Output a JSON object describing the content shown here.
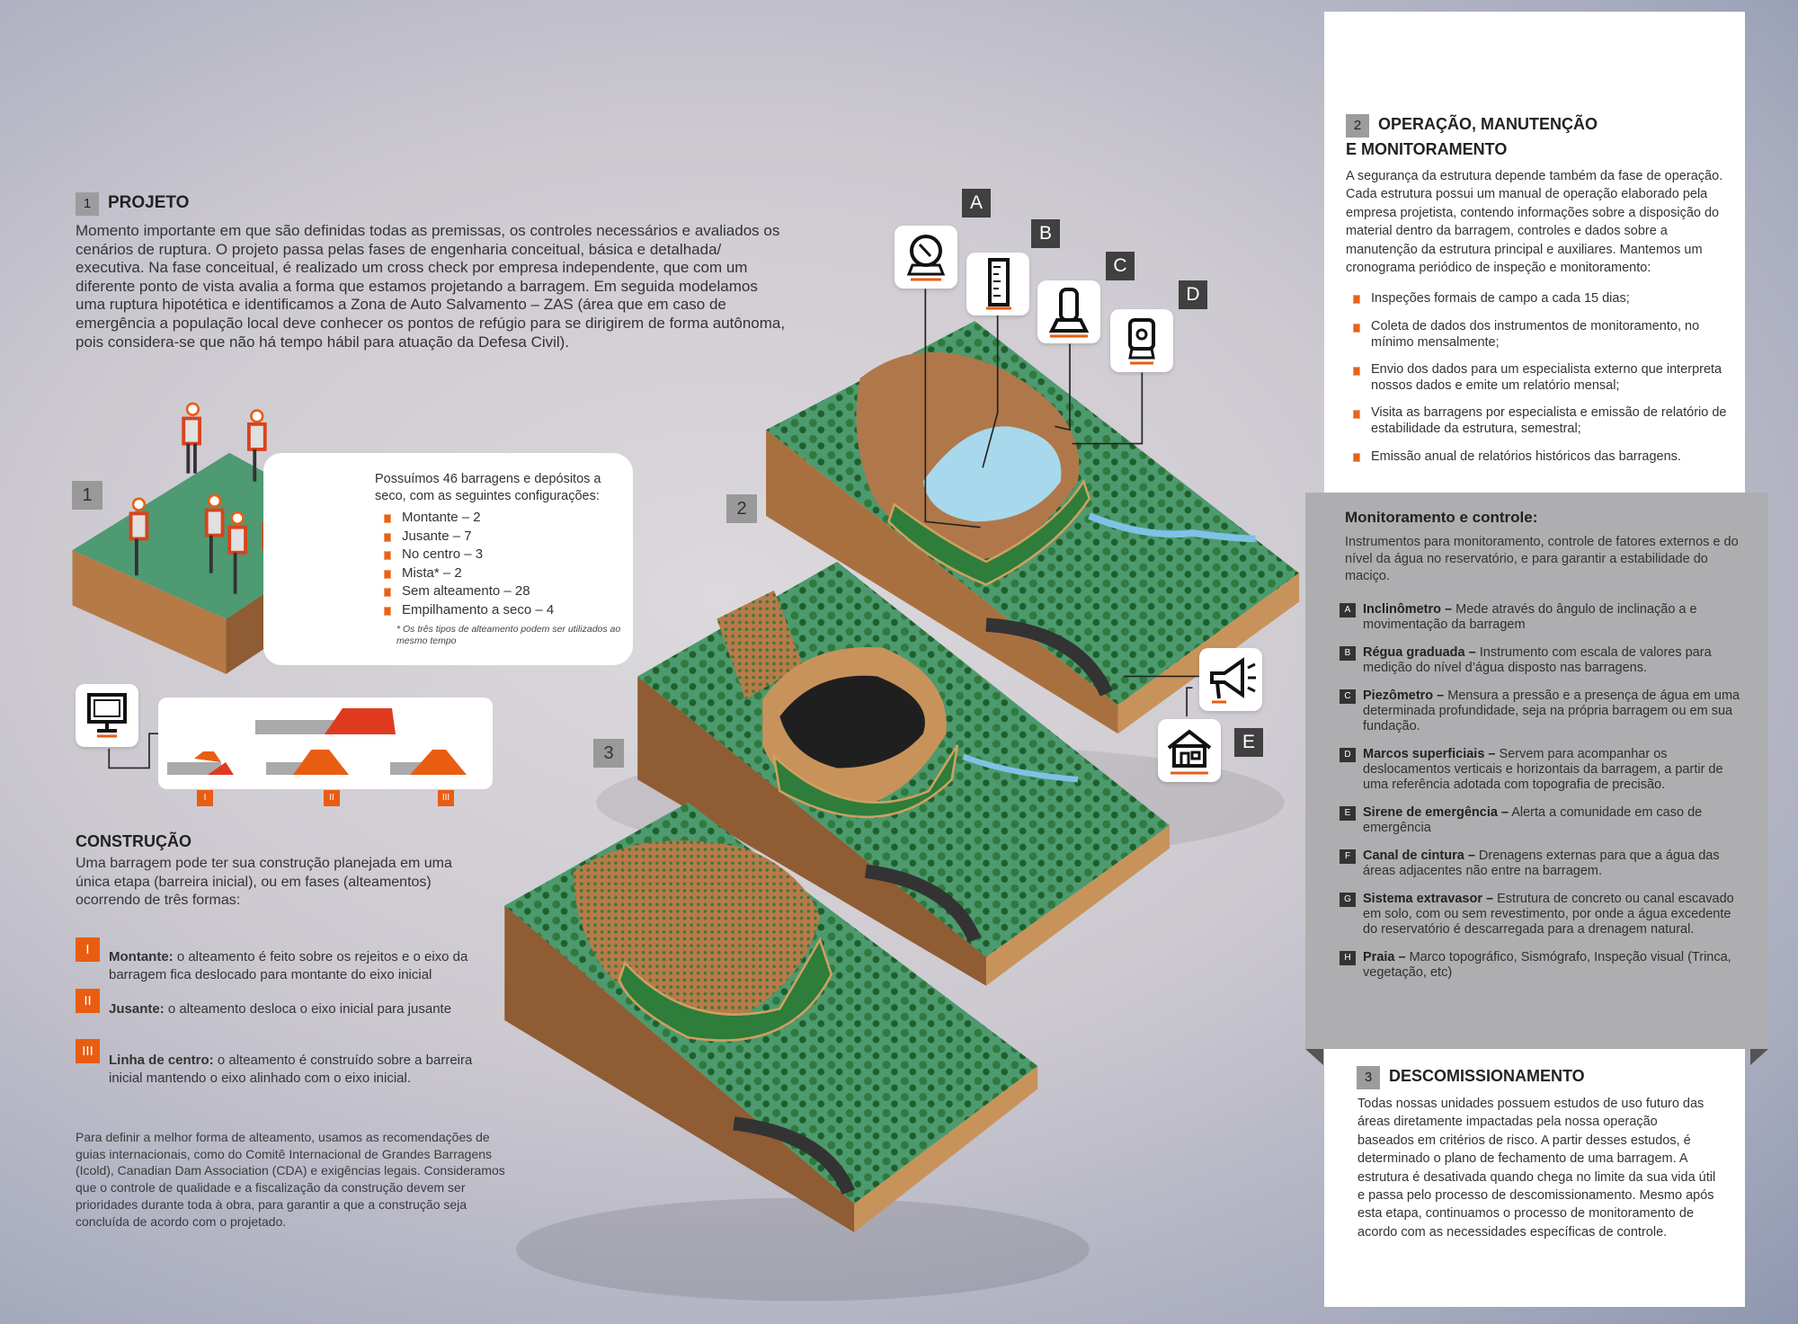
{
  "section1": {
    "number": "1",
    "title": "PROJETO",
    "body": "Momento importante em que são definidas todas as premissas, os controles necessários e avaliados os cenários  de ruptura. O projeto passa pelas fases de engenharia conceitual, básica e detalhada/ executiva. Na fase conceitual, é realizado um cross check por empresa independente, que com um diferente ponto de vista avalia a forma que estamos projetando a barragem. Em seguida modelamos uma ruptura hipotética e identificamos a Zona de Auto Salvamento – ZAS (área que em caso de emergência a população local deve conhecer os pontos de refúgio para se dirigirem de forma autônoma, pois considera-se que não há tempo hábil para atuação da Defesa Civil)."
  },
  "dams_card": {
    "intro": "Possuímos 46 barragens e depósitos a seco, com as seguintes configurações:",
    "items": [
      "Montante – 2",
      "Jusante – 7",
      "No centro – 3",
      "Mista* – 2",
      "Sem alteamento – 28",
      "Empilhamento a seco – 4"
    ],
    "footnote": "* Os três tipos de alteamento podem ser utilizados ao mesmo tempo"
  },
  "stage_labels": [
    "1",
    "2",
    "3"
  ],
  "cross_section_labels": [
    "I",
    "II",
    "III"
  ],
  "construction": {
    "title": "CONSTRUÇÃO",
    "intro": "Uma barragem pode ter sua construção planejada em uma única etapa (barreira inicial), ou em fases (alteamentos) ocorrendo de três formas:",
    "methods": [
      {
        "numeral": "I",
        "name": "Montante:",
        "text": " o alteamento é feito sobre os rejeitos e o eixo da barragem fica deslocado para montante do eixo inicial"
      },
      {
        "numeral": "II",
        "name": "Jusante:",
        "text": " o alteamento desloca o eixo inicial para jusante"
      },
      {
        "numeral": "III",
        "name": "Linha de centro:",
        "text": " o alteamento é construído sobre a barreira inicial mantendo o eixo alinhado com o eixo inicial."
      }
    ],
    "footer": "Para definir a melhor forma de alteamento, usamos as recomendações de guias internacionais, como do Comitê Internacional de Grandes Barragens (Icold), Canadian Dam Association (CDA) e exigências legais. Consideramos que o controle de qualidade e a fiscalização da construção devem ser prioridades durante toda à obra, para garantir a que a construção seja concluída de acordo com o projetado."
  },
  "instrument_labels": [
    "A",
    "B",
    "C",
    "D",
    "E"
  ],
  "icons": [
    "inclinometer-icon",
    "ruler-gauge-icon",
    "piezometer-icon",
    "survey-marker-icon",
    "siren-icon",
    "house-icon",
    "computer-icon"
  ],
  "section2": {
    "number": "2",
    "title_line1": "OPERAÇÃO, MANUTENÇÃO",
    "title_line2": "E MONITORAMENTO",
    "body": "A segurança da estrutura depende também da fase de operação. Cada estrutura possui um manual de operação elaborado pela empresa projetista, contendo informações sobre a disposição do material dentro da barragem, controles e dados sobre a manutenção da estrutura principal e auxiliares. Mantemos um cronograma periódico de inspeção e monitoramento:",
    "items": [
      "Inspeções formais de campo a cada 15 dias;",
      "Coleta de dados dos instrumentos de monitoramento, no mínimo mensalmente;",
      "Envio dos dados para um especialista externo que interpreta nossos dados e emite um relatório mensal;",
      "Visita as barragens por especialista e emissão de relatório de estabilidade da estrutura, semestral;",
      "Emissão anual de relatórios históricos das barragens."
    ]
  },
  "monitoring": {
    "title": "Monitoramento e controle:",
    "intro": "Instrumentos para monitoramento, controle de fatores externos e do nível da água no reservatório, e para garantir a estabilidade do maciço.",
    "items": [
      {
        "letter": "A",
        "name": "Inclinômetro –",
        "text": " Mede através do ângulo de inclinação a e movimentação da barragem"
      },
      {
        "letter": "B",
        "name": "Régua graduada –",
        "text": " Instrumento com escala de valores para medição do nível d’água disposto nas barragens."
      },
      {
        "letter": "C",
        "name": "Piezômetro –",
        "text": " Mensura a pressão e a presença de água em uma determinada profundidade, seja na própria barragem ou em sua fundação."
      },
      {
        "letter": "D",
        "name": "Marcos superficiais –",
        "text": " Servem para acompanhar os deslocamentos verticais e horizontais da barragem, a partir de uma referência adotada com topografia de precisão."
      },
      {
        "letter": "E",
        "name": "Sirene de emergência –",
        "text": " Alerta a comunidade em caso de emergência"
      },
      {
        "letter": "F",
        "name": "Canal de cintura –",
        "text": " Drenagens externas para que a água das áreas adjacentes não entre na barragem."
      },
      {
        "letter": "G",
        "name": "Sistema extravasor –",
        "text": " Estrutura de concreto ou canal escavado em solo, com ou sem revestimento, por onde a água excedente do reservatório é descarregada para a drenagem natural."
      },
      {
        "letter": "H",
        "name": "Praia –",
        "text": " Marco topográfico, Sismógrafo, Inspeção visual (Trinca, vegetação, etc)"
      }
    ]
  },
  "section3": {
    "number": "3",
    "title": "DESCOMISSIONAMENTO",
    "body": "Todas nossas unidades possuem estudos de uso futuro das áreas diretamente impactadas pela nossa operação baseados em critérios de risco. A partir desses  estudos, é determinado o plano de fechamento de uma barragem. A estrutura é desativada quando chega no limite da sua vida útil e passa pelo processo de descomissionamento. Mesmo após esta etapa, continuamos o processo de monitoramento de acordo com as necessidades específicas de controle."
  },
  "colors": {
    "accent": "#e85d12",
    "grass": "#4e9a73",
    "soil": "#b57a45",
    "forest": "#2f7a3c",
    "water": "#9fd3ea",
    "panel_gray": "#aeaeb0"
  }
}
